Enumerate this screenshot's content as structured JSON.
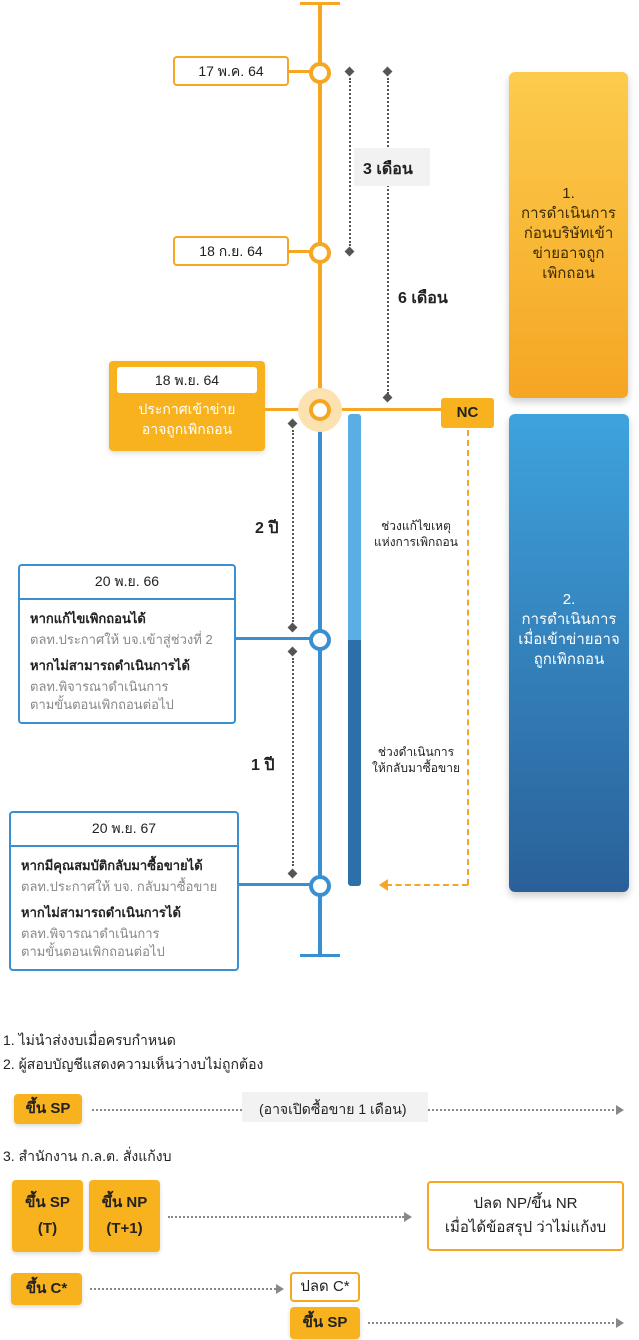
{
  "timeline": {
    "dates": {
      "d1": "17 พ.ค. 64",
      "d2": "18 ก.ย. 64",
      "d3": "18 พ.ย. 64",
      "d3_caption": "ประกาศเข้าข่าย\nอาจถูกเพิกถอน",
      "d4": "20 พ.ย. 66",
      "d5": "20 พ.ย. 67"
    },
    "durations": {
      "three_months": "3 เดือน",
      "six_months": "6 เดือน",
      "two_years": "2 ปี",
      "one_year": "1 ปี"
    },
    "nc_label": "NC",
    "bar_labels": {
      "top": "ช่วงแก้ไขเหตุ\nแห่งการเพิกถอน",
      "bottom": "ช่วงดำเนินการ\nให้กลับมาซื้อขาย"
    },
    "card1": {
      "line1": "หากแก้ไขเพิกถอนได้",
      "line2": "ตลท.ประกาศให้ บจ.เข้าสู่ช่วงที่ 2",
      "line3": "หากไม่สามารถดำเนินการได้",
      "line4": "ตลท.พิจารณาดำเนินการ",
      "line5": "ตามขั้นตอนเพิกถอนต่อไป"
    },
    "card2": {
      "line1": "หากมีคุณสมบัติกลับมาซื้อขายได้",
      "line2": "ตลท.ประกาศให้ บจ. กลับมาซื้อขาย",
      "line3": "หากไม่สามารถดำเนินการได้",
      "line4": "ตลท.พิจารณาดำเนินการ",
      "line5": "ตามขั้นตอนเพิกถอนต่อไป"
    },
    "side1": "1.\nการดำเนินการ\nก่อนบริษัทเข้า\nข่ายอาจถูก\nเพิกถอน",
    "side2": "2.\nการดำเนินการ\nเมื่อเข้าข่ายอาจ\nถูกเพิกถอน"
  },
  "legend": {
    "item1": "1. ไม่นำส่งงบเมื่อครบกำหนด",
    "item2": "2. ผู้สอบบัญชีแสดงความเห็นว่างบไม่ถูกต้อง",
    "sp_btn": "ขึ้น SP",
    "open_note": "(อาจเปิดซื้อขาย 1 เดือน)",
    "item3": "3. สำนักงาน ก.ล.ต. สั่งแก้งบ",
    "sp_t": "ขึ้น SP\n(T)",
    "np_t1": "ขึ้น NP\n(T+1)",
    "release_np": "ปลด NP/ขึ้น NR\nเมื่อได้ข้อสรุป ว่าไม่แก้งบ",
    "c_btn": "ขึ้น C*",
    "release_c": "ปลด C*",
    "sp_btn2": "ขึ้น SP"
  },
  "colors": {
    "orange": "#f5a623",
    "blue": "#3a8fd1",
    "yellow": "#f7b21e"
  }
}
